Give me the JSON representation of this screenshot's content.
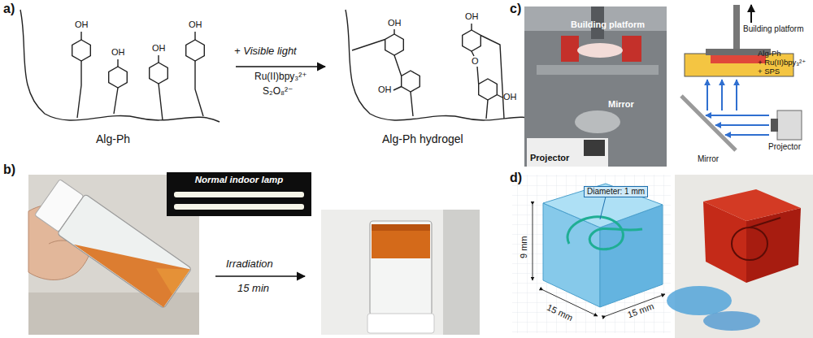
{
  "diagram": {
    "nodes": [
      {
        "text": [
          "Normal indoor lamp"
        ]
      }
    ],
    "labels": [
      "a)",
      "OH",
      "OH",
      "OH",
      "OH",
      "Alg-Ph",
      "+ Visible light",
      "Ru(II)bpy₃²⁺",
      "S₂O₈²⁻",
      "OH",
      "OH",
      "OH",
      "O",
      "OH",
      "Alg-Ph hydrogel",
      "b)",
      "Irradiation",
      "15 min",
      "c)",
      "Building platform",
      "Mirror",
      "Projector",
      "Building platform",
      "Alg-Ph",
      "+ Ru(II)bpy₃²⁺",
      "+ SPS",
      "Mirror",
      "Projector",
      "d)",
      "Diameter: 1 mm",
      "9 mm",
      "15 mm",
      "15 mm"
    ]
  }
}
